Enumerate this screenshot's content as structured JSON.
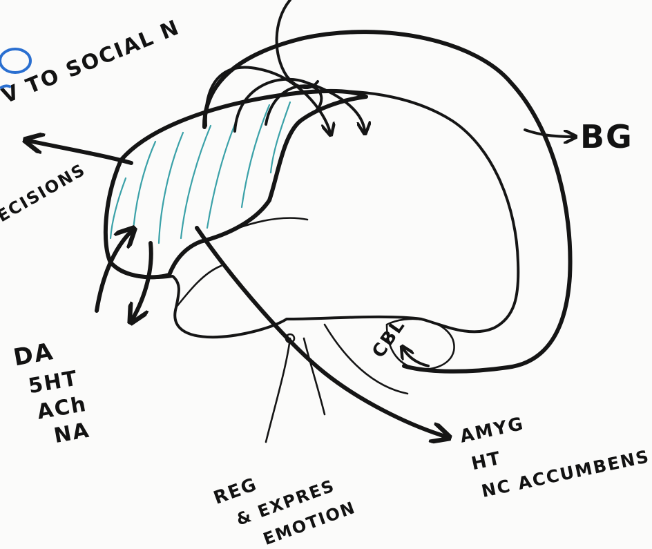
{
  "labels": {
    "top_left": "V TO SOCIAL N",
    "decisions": "ECISIONS",
    "bg": "BG",
    "cbl": "CBL",
    "neurotransmitters": [
      "DA",
      "5HT",
      "ACh",
      "NA"
    ],
    "reg_line1": "REG",
    "reg_line2": "& EXPRES",
    "reg_line3": "EMOTION",
    "targets": [
      "AMYG",
      "HT",
      "NC ACCUMBENS"
    ]
  },
  "colors": {
    "ink": "#151515",
    "shading": "#3aa1a8",
    "blue_marker": "#2a6fd0",
    "background": "#fbfbfa"
  }
}
